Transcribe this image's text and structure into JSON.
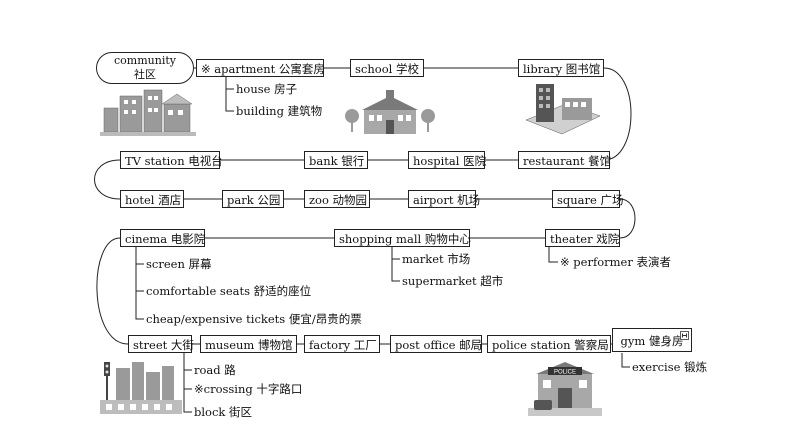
{
  "start": {
    "line1": "community",
    "line2": "社区"
  },
  "row1": [
    "※ apartment 公寓套房",
    "school 学校",
    "library 图书馆"
  ],
  "apartment_subs": [
    "house 房子",
    "building 建筑物"
  ],
  "row2": [
    "restaurant 餐馆",
    "hospital 医院",
    "bank 银行",
    "TV station 电视台"
  ],
  "row3": [
    "hotel 酒店",
    "park 公园",
    "zoo 动物园",
    "airport 机场",
    "square 广场"
  ],
  "row4": [
    "theater 戏院",
    "shopping mall 购物中心",
    "cinema 电影院"
  ],
  "theater_subs": [
    "※ performer 表演者"
  ],
  "mall_subs": [
    "market 市场",
    "supermarket 超市"
  ],
  "cinema_subs": [
    "screen 屏幕",
    "comfortable seats 舒适的座位",
    "cheap/expensive tickets 便宜/昂贵的票"
  ],
  "row5": [
    "street 大街",
    "museum 博物馆",
    "factory 工厂",
    "post office 邮局",
    "police station 警察局",
    "gym 健身房"
  ],
  "street_subs": [
    "road 路",
    "※crossing 十字路口",
    "block 街区"
  ],
  "gym_subs": [
    "exercise 锻炼"
  ],
  "police_sign": "POLICE",
  "colors": {
    "line": "#222222",
    "illustration": "#8a8a8a"
  }
}
